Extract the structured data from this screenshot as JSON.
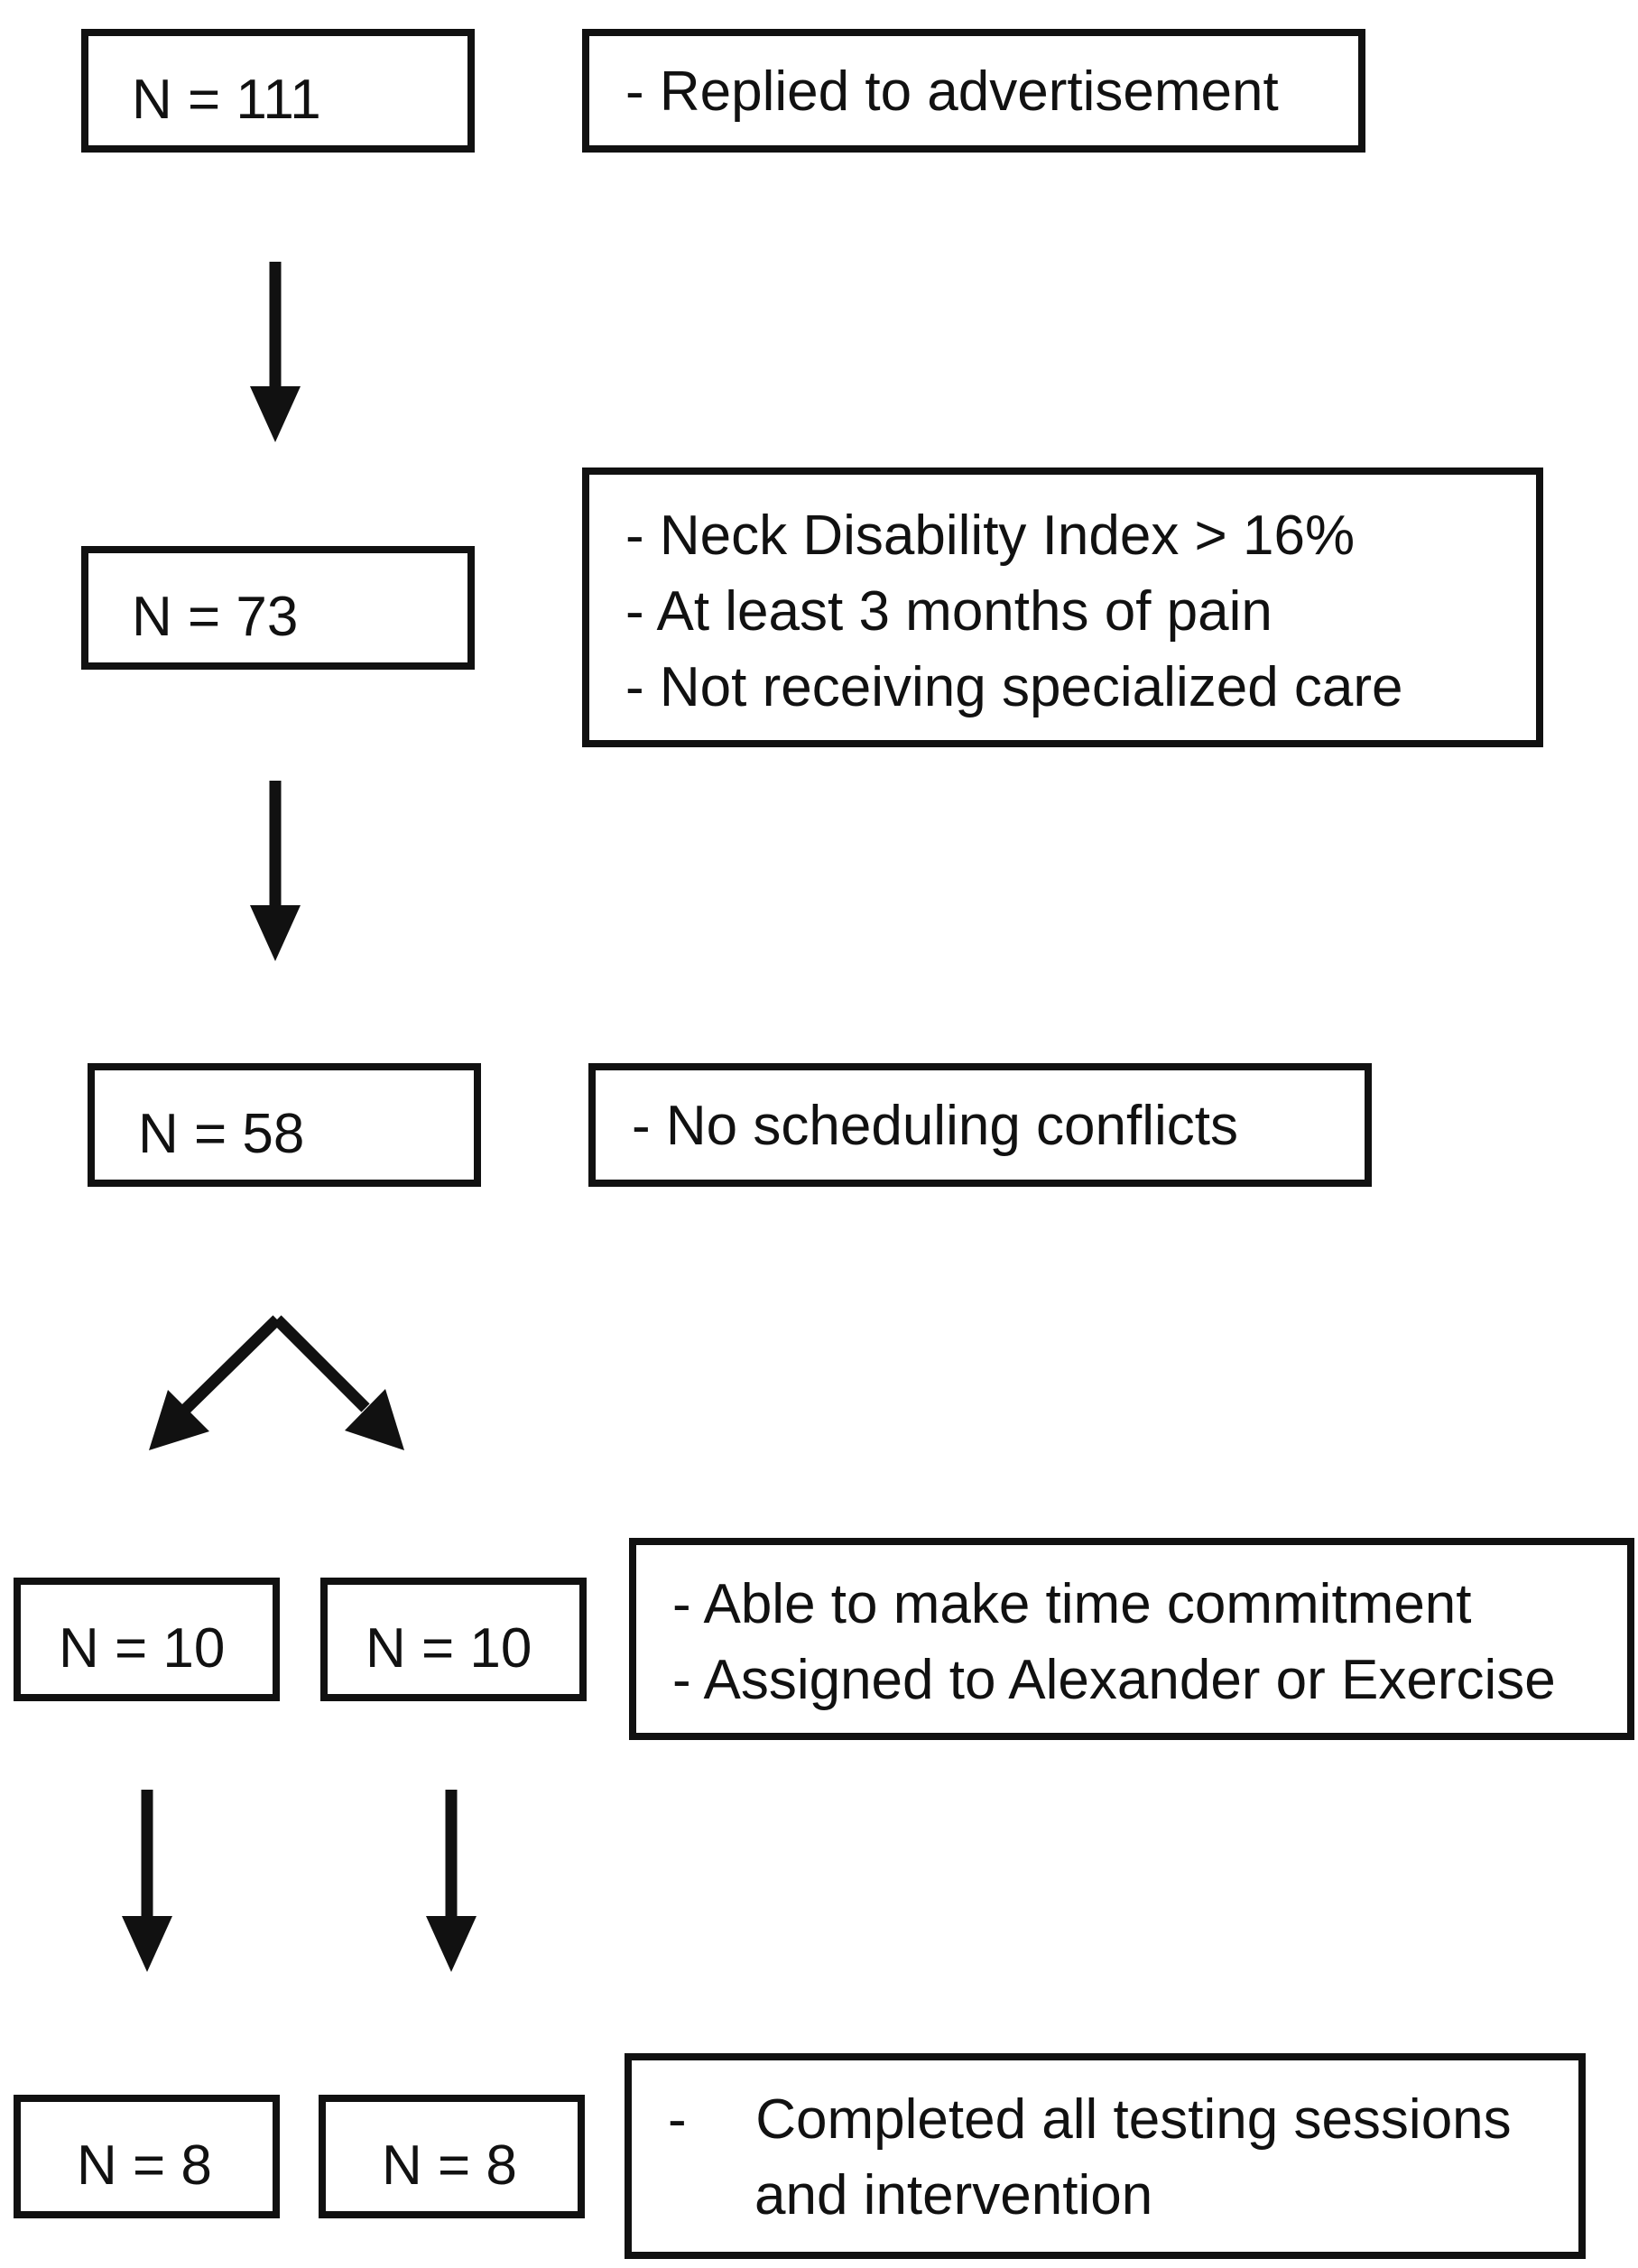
{
  "stages": [
    {
      "counts": [
        "N = 111"
      ],
      "criteria": [
        "Replied to advertisement"
      ]
    },
    {
      "counts": [
        "N = 73"
      ],
      "criteria": [
        "Neck Disability Index > 16%",
        "At least 3 months of pain",
        "Not receiving specialized care"
      ]
    },
    {
      "counts": [
        "N = 58"
      ],
      "criteria": [
        "No scheduling conflicts"
      ]
    },
    {
      "counts": [
        "N = 10",
        "N = 10"
      ],
      "criteria": [
        "Able to make time commitment",
        "Assigned to Alexander or Exercise"
      ]
    },
    {
      "counts": [
        "N = 8",
        "N = 8"
      ],
      "criteria": [
        "Completed all testing sessions",
        "and intervention"
      ]
    }
  ],
  "bullet": "-"
}
